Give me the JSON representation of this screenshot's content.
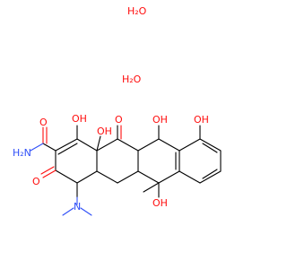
{
  "colors": {
    "oxygen": "#ff0d0d",
    "nitrogen": "#3050f8",
    "carbon_bond": "#000000",
    "background": "#ffffff"
  },
  "labels": {
    "water1": "H₂O",
    "water2": "H₂O",
    "oh_top_ring_b": "OH",
    "oh_mid_b": "OH",
    "o_ketone_c": "O",
    "oh_ring_c": "OH",
    "oh_ring_d": "OH",
    "amide_o": "O",
    "amide_n": "H₂N",
    "ketone_a": "O",
    "n_dimethyl": "N",
    "methyl_c6": "OH"
  }
}
